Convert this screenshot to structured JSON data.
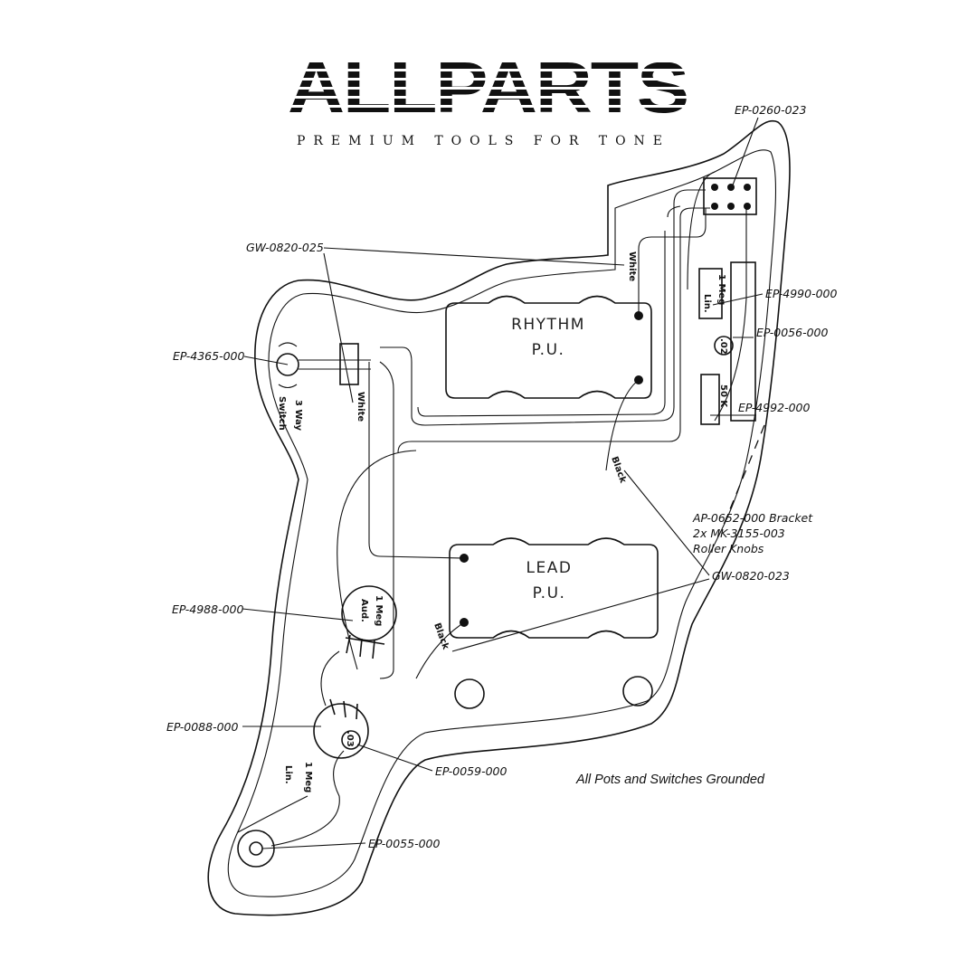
{
  "logo": {
    "brand": "ALLPARTS",
    "tagline": "PREMIUM TOOLS FOR TONE"
  },
  "pickups": {
    "rhythm": [
      "RHYTHM",
      "P.U."
    ],
    "lead": [
      "LEAD",
      "P.U."
    ]
  },
  "wire_labels": {
    "white_top": "White",
    "white_switch": "White",
    "black_rhythm": "Black",
    "black_lead": "Black"
  },
  "component_text": {
    "switch": [
      "3 Way",
      "Switch"
    ],
    "pot_vol_rhythm": [
      "1 Meg",
      "Lin."
    ],
    "pot_tone_rhythm": "50 K",
    "cap_rhythm": ".02",
    "pot_vol_lead": [
      "1 Meg",
      "Aud."
    ],
    "pot_tone_lead": [
      "1 Meg",
      "Lin."
    ],
    "cap_lead": ".03"
  },
  "part_labels": {
    "ep_0260": "EP-0260-023",
    "gw_0820_025": "GW-0820-025",
    "ep_4990": "EP-4990-000",
    "ep_0056": "EP-0056-000",
    "ep_4365": "EP-4365-000",
    "ep_4992": "EP-4992-000",
    "bracket": [
      "AP-0652-000 Bracket",
      "2x MK-3155-003",
      "Roller Knobs"
    ],
    "gw_0820_023": "GW-0820-023",
    "ep_4988": "EP-4988-000",
    "ep_0088": "EP-0088-000",
    "ep_0059": "EP-0059-000",
    "ep_0055": "EP-0055-000"
  },
  "note": "All Pots and Switches Grounded"
}
